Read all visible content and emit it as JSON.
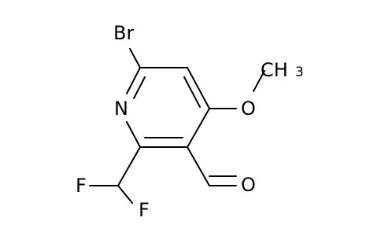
{
  "molecule": {
    "atoms": {
      "bromine": "Br",
      "nitrogen": "N",
      "oxygen_methoxy": "O",
      "methyl": "CH",
      "methyl_subscript": "3",
      "fluorine_left": "F",
      "fluorine_bottom": "F",
      "oxygen_aldehyde": "O"
    }
  }
}
